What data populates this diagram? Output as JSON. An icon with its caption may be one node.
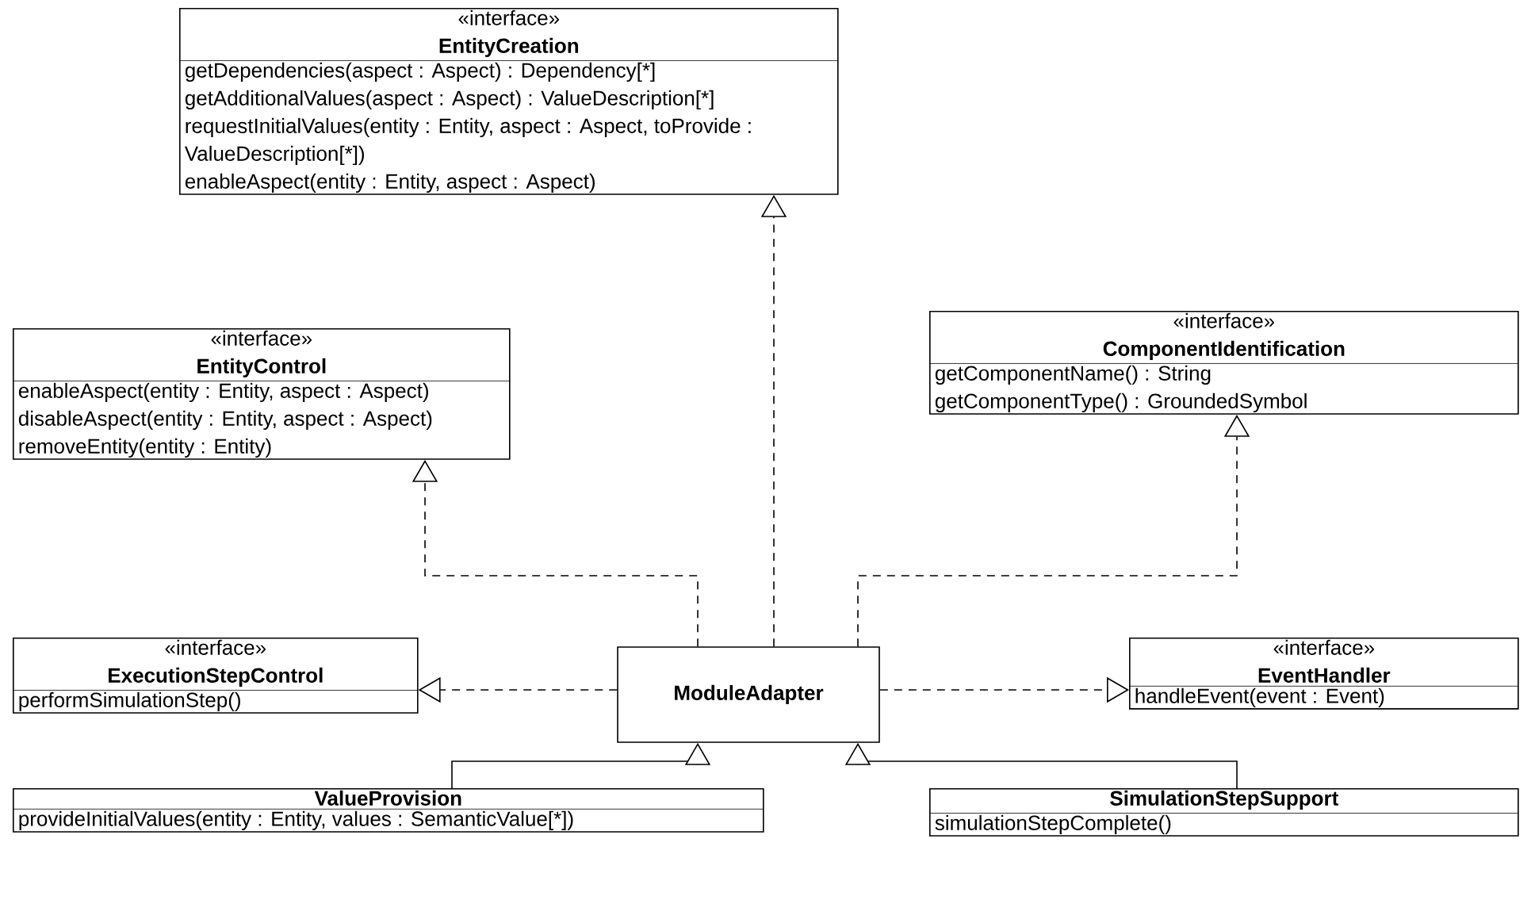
{
  "diagram": {
    "nodes": [
      {
        "text": [
          "«interface»",
          "EntityCreation",
          "getDependencies(aspect : Aspect) : Dependency[*]",
          "getAdditionalValues(aspect : Aspect) : ValueDescription[*]",
          "requestInitialValues(entity : Entity, aspect : Aspect, toProvide : ValueDescription[*])",
          "enableAspect(entity : Entity, aspect : Aspect)"
        ]
      },
      {
        "text": [
          "«interface»",
          "EntityControl",
          "enableAspect(entity : Entity, aspect : Aspect)",
          "disableAspect(entity : Entity, aspect : Aspect)",
          "removeEntity(entity : Entity)"
        ]
      },
      {
        "text": [
          "«interface»",
          "ComponentIdentification",
          "getComponentName() : String",
          "getComponentType() : GroundedSymbol"
        ]
      },
      {
        "text": [
          "«interface»",
          "ExecutionStepControl",
          "performSimulationStep()"
        ]
      },
      {
        "text": [
          "ModuleAdapter"
        ]
      },
      {
        "text": [
          "«interface»",
          "EventHandler",
          "handleEvent(event : Event)"
        ]
      },
      {
        "text": [
          "ValueProvision",
          "provideInitialValues(entity : Entity, values : SemanticValue[*])"
        ]
      },
      {
        "text": [
          "SimulationStepSupport",
          "simulationStepComplete()"
        ]
      }
    ],
    "edges": [
      {
        "from": 4,
        "to": 0,
        "arrow": "to",
        "style": "dashed"
      },
      {
        "from": 4,
        "to": 1,
        "arrow": "to",
        "style": "dashed"
      },
      {
        "from": 4,
        "to": 2,
        "arrow": "to",
        "style": "dashed"
      },
      {
        "from": 4,
        "to": 3,
        "arrow": "to",
        "style": "dashed"
      },
      {
        "from": 4,
        "to": 5,
        "arrow": "to",
        "style": "dashed"
      },
      {
        "from": 6,
        "to": 4,
        "arrow": "to"
      },
      {
        "from": 7,
        "to": 4,
        "arrow": "to"
      }
    ]
  }
}
